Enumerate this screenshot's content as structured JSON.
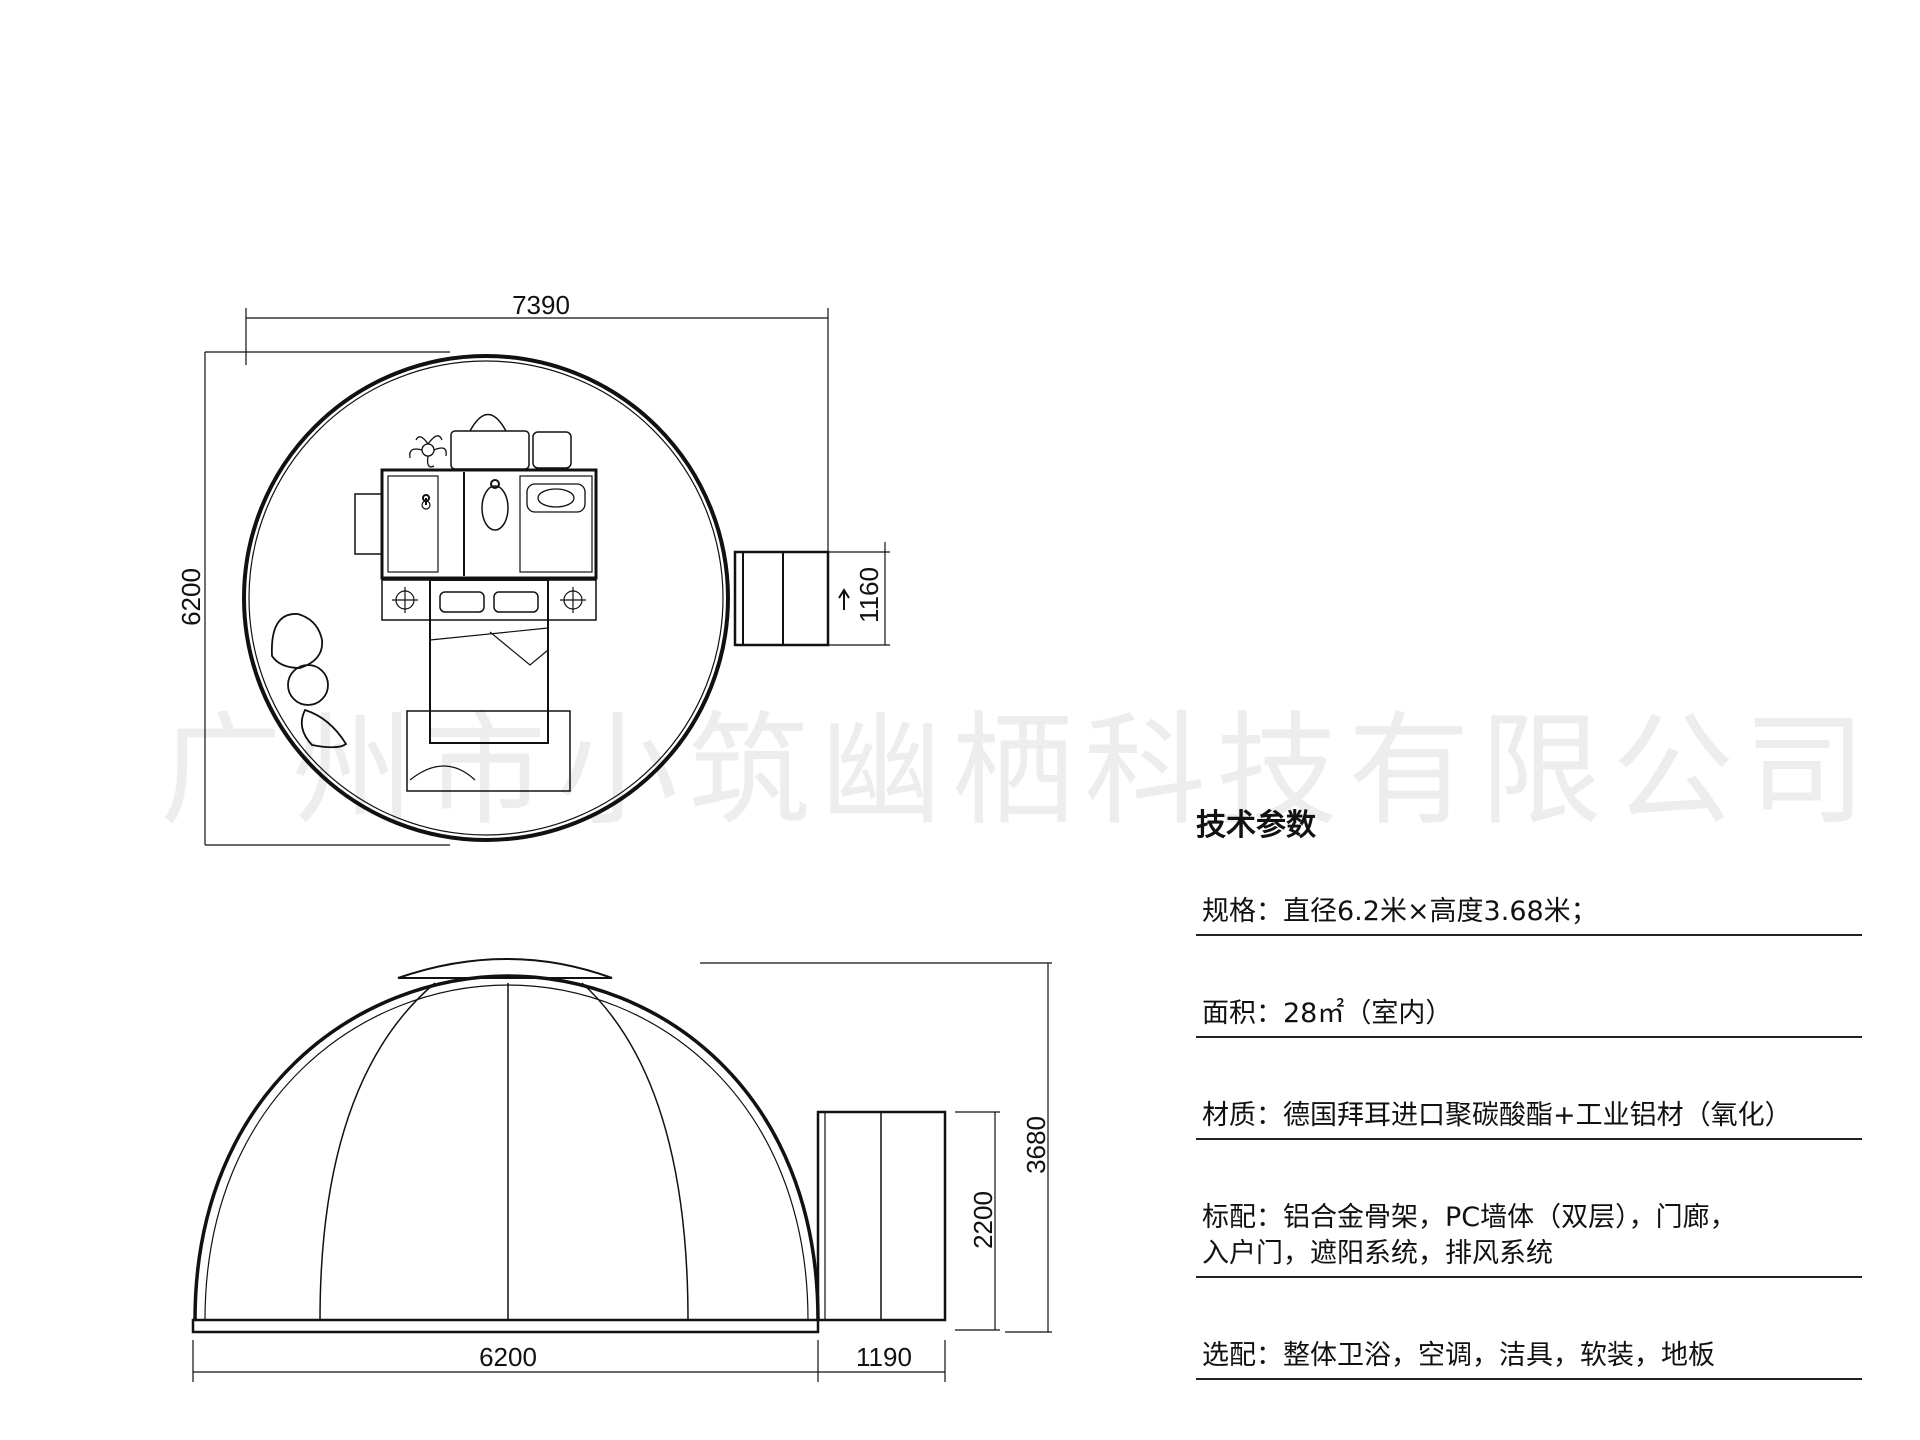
{
  "watermark": "广州市小筑幽栖科技有限公司",
  "plan_view": {
    "width_dim": "7390",
    "depth_dim": "6200",
    "corridor_dim": "1160"
  },
  "elevation_view": {
    "dome_width_dim": "6200",
    "corridor_width_dim": "1190",
    "corridor_height_dim": "2200",
    "total_height_dim": "3680"
  },
  "specs": {
    "title": "技术参数",
    "items": [
      {
        "label": "规格：",
        "value": "直径6.2米×高度3.68米；"
      },
      {
        "label": "面积：",
        "value": "28㎡（室内）"
      },
      {
        "label": "材质：",
        "value": "德国拜耳进口聚碳酸酯+工业铝材（氧化）"
      },
      {
        "label": "标配：",
        "value": "铝合金骨架，PC墙体（双层），门廊，",
        "value2": "入户门，遮阳系统，排风系统"
      },
      {
        "label": "选配：",
        "value": "整体卫浴，空调，洁具，软装，地板"
      }
    ]
  }
}
